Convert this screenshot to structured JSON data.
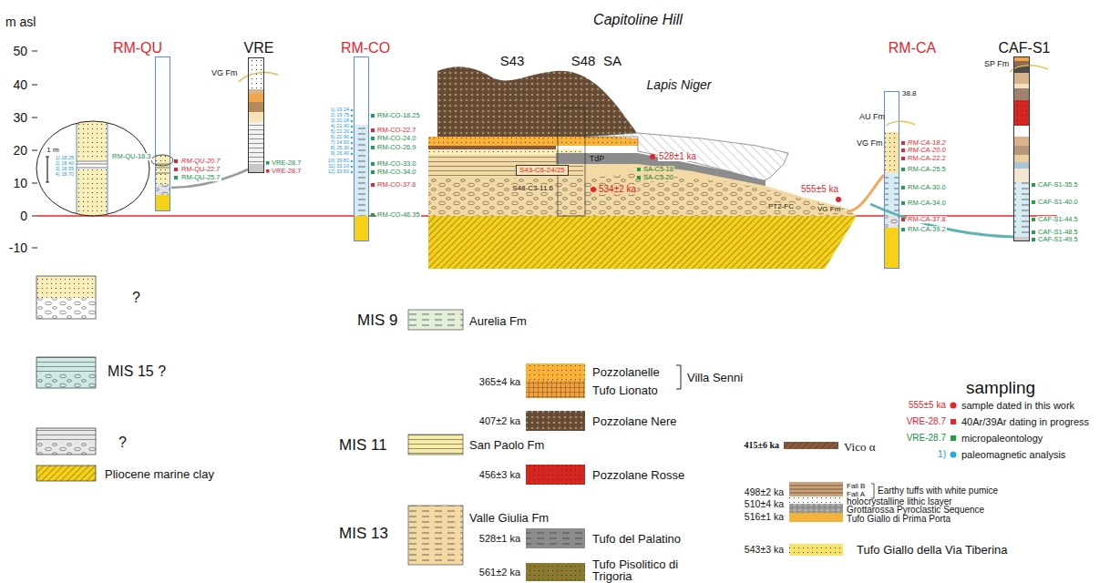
{
  "diagram": {
    "nodes": [
      {
        "text": [
          "RM-QU"
        ]
      },
      {
        "text": [
          "VRE"
        ]
      },
      {
        "text": [
          "RM-CO"
        ]
      },
      {
        "text": [
          "S43-C6-24/25"
        ]
      },
      {
        "text": [
          "RM-CA"
        ]
      },
      {
        "text": [
          "CAF-S1"
        ]
      }
    ],
    "labels": [
      "m asl",
      "50",
      "40",
      "30",
      "20",
      "10",
      "0",
      "-10",
      "Capitoline Hill",
      "S43",
      "S48",
      "SA",
      "Lapis Niger",
      "1 m",
      "1) 18.25",
      "2) 18.40",
      "3) 18.55",
      "4) 18.70",
      "RM-QU-18.3",
      "RM-QU-20.7",
      "RM-QU-22.7",
      "RM-QU-25.7",
      "VG Fm",
      "VRE-28.7",
      "VRE-28.7",
      "1) 19.24",
      "2) 19.75",
      "3) 20.18",
      "4) 21.40",
      "5) 22.20",
      "6) 22.90",
      "7) 24.50",
      "8) 25.30",
      "9) 26.40",
      "10) 29.80",
      "11) 33.10",
      "12) 33.50",
      "RM-CO-18.25",
      "RM-CO-22.7",
      "RM-CO-24.0",
      "RM-CO-26.9",
      "RM-CO-33.0",
      "RM-CO-34.0",
      "RM-CO-37.6",
      "RM-CO-46.35",
      "528±1 ka",
      "TdP",
      "SA-C5-18",
      "SA-C5-20",
      "S48-C3-11.6",
      "534±2 ka",
      "555±5 ka",
      "PT2-FC",
      "VG Fm",
      "38.8",
      "AU Fm",
      "VG Fm",
      "RM-CA-18.2",
      "RM-CA-20.0",
      "RM-CA-22.2",
      "RM-CA-25.5",
      "RM-CA-30.0",
      "RM-CA-34.0",
      "RM-CA-37.8",
      "RM-CA-39.2",
      "SP Fm",
      "CAF-S1-35.5",
      "CAF-S1-40.0",
      "CAF-S1-44.5",
      "CAF-S1-48.5",
      "CAF-S1-49.5",
      "MIS 9",
      "365±4 ka",
      "Villa Senni",
      "407±2 ka",
      "MIS 11",
      "456±3 ka",
      "415±6 ka",
      "MIS 13",
      "528±1 ka",
      "561±2 ka",
      "498±2 ka",
      "Fall B",
      "Fall A",
      "510±4 ka",
      "516±1 ka",
      "543±3 ka",
      "sampling",
      "555±5 ka",
      "VRE-28.7",
      "VRE-28.7",
      "1)"
    ],
    "legend": [
      {
        "text": "?"
      },
      {
        "text": "MIS 15 ?"
      },
      {
        "text": "?"
      },
      {
        "text": "Pliocene marine clay"
      },
      {
        "text": "Aurelia Fm",
        "color": "#e4efd9"
      },
      {
        "text": "Pozzolanelle",
        "color": "#f9b234"
      },
      {
        "text": "Tufo Lionato",
        "color": "#f2a03a"
      },
      {
        "text": "Pozzolane Nere",
        "color": "#6b4e36"
      },
      {
        "text": "San Paolo Fm",
        "color": "#f7eca6"
      },
      {
        "text": "Pozzolane Rosse",
        "color": "#d7261e"
      },
      {
        "text": "Vico α",
        "color": "#8a5a3c"
      },
      {
        "text": "Valle Giulia Fm",
        "color": "#f3d9a4"
      },
      {
        "text": "Tufo del Palatino",
        "color": "#8c8c8c"
      },
      {
        "text": "Tufo Pisolitico di Trigoria",
        "color": "#8b7a2e"
      },
      {
        "text": "Earthy tuffs with white pumice"
      },
      {
        "text": "holocrystalline lithic lsayer"
      },
      {
        "text": "Grottarossa Pyroclastic Sequence"
      },
      {
        "text": "Tufo Giallo di Prima Porta",
        "color": "#f2b33d"
      },
      {
        "text": "Tufo Giallo della Via Tiberina",
        "color": "#f7e36a"
      },
      {
        "text": "sample dated in this work",
        "color": "#e3262b"
      },
      {
        "text": "40Ar/39Ar dating in progress",
        "color": "#e3262b"
      },
      {
        "text": "micropaleontology",
        "color": "#1ea04d"
      },
      {
        "text": "paleomagnetic analysis",
        "color": "#29a9e0"
      }
    ]
  }
}
